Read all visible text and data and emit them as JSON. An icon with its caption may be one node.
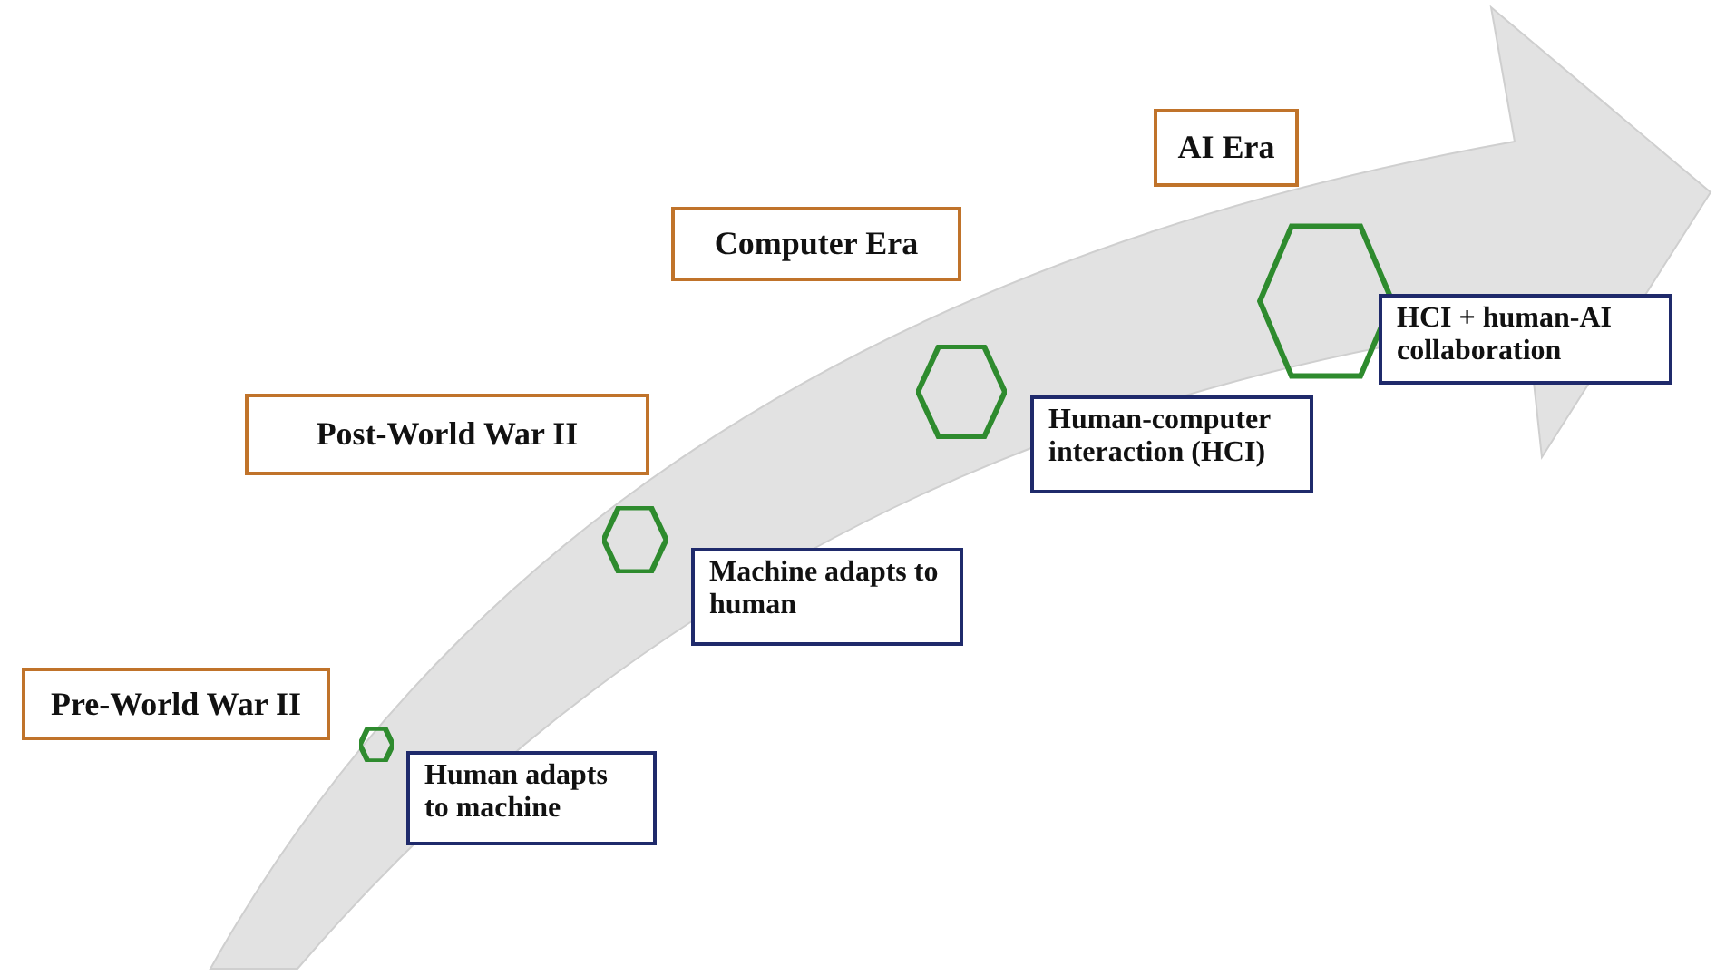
{
  "diagram": {
    "nodes": [
      {
        "text": [
          "Pre-World War II"
        ]
      },
      {
        "text": [],
        "shape": "hexagon"
      },
      {
        "text": [
          "Human adapts to machine"
        ]
      },
      {
        "text": [
          "Post-World War II"
        ]
      },
      {
        "text": [],
        "shape": "hexagon"
      },
      {
        "text": [
          "Machine adapts to human"
        ]
      },
      {
        "text": [
          "Computer Era"
        ]
      },
      {
        "text": [],
        "shape": "hexagon"
      },
      {
        "text": [
          "Human-computer interaction (HCI)"
        ]
      },
      {
        "text": [
          "AI Era"
        ]
      },
      {
        "text": [],
        "shape": "hexagon"
      },
      {
        "text": [
          "HCI + human-AI collaboration"
        ]
      }
    ],
    "edges": []
  }
}
